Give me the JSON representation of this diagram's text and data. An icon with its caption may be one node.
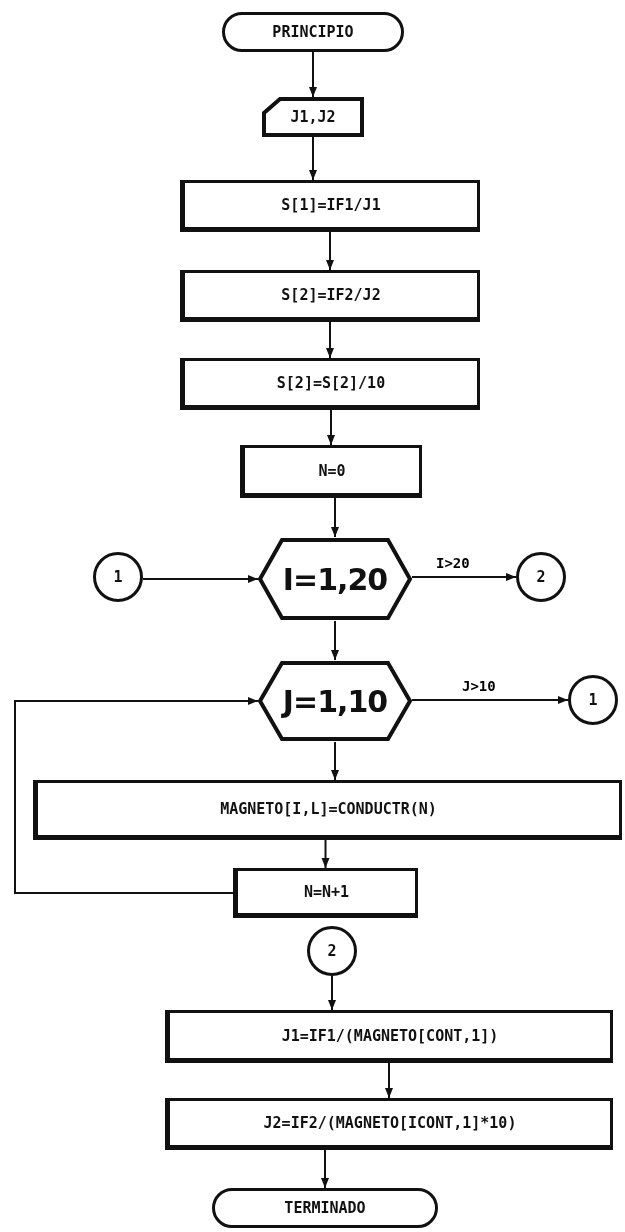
{
  "diagram": {
    "nodes": [
      {
        "text": [
          "PRINCIPIO"
        ]
      },
      {
        "text": [
          "J1,J2"
        ]
      },
      {
        "text": [
          "S[1]=IF1/J1"
        ]
      },
      {
        "text": [
          "S[2]=IF2/J2"
        ]
      },
      {
        "text": [
          "S[2]=S[2]/10"
        ]
      },
      {
        "text": [
          "N=0"
        ]
      },
      {
        "text": [
          "1"
        ]
      },
      {
        "text": [
          "I=1,20"
        ]
      },
      {
        "text": [
          "2"
        ]
      },
      {
        "text": [
          "J=1,10"
        ]
      },
      {
        "text": [
          "1"
        ]
      },
      {
        "text": [
          "MAGNETO[I,L]=CONDUCTR(N)"
        ]
      },
      {
        "text": [
          "N=N+1"
        ]
      },
      {
        "text": [
          "2"
        ]
      },
      {
        "text": [
          "J1=IF1/(MAGNETO[CONT,1])"
        ]
      },
      {
        "text": [
          "J2=IF2/(MAGNETO[ICONT,1]*10)"
        ]
      },
      {
        "text": [
          "TERMINADO"
        ]
      }
    ],
    "edges": [
      {
        "from": 0,
        "to": 1,
        "arrow": "to"
      },
      {
        "from": 1,
        "to": 2,
        "arrow": "to"
      },
      {
        "from": 2,
        "to": 3,
        "arrow": "to"
      },
      {
        "from": 3,
        "to": 4,
        "arrow": "to"
      },
      {
        "from": 4,
        "to": 5,
        "arrow": "to"
      },
      {
        "from": 5,
        "to": 7,
        "arrow": "to"
      },
      {
        "from": 6,
        "to": 7,
        "arrow": "to"
      },
      {
        "from": 7,
        "to": 8,
        "arrow": "to",
        "label": "I>20"
      },
      {
        "from": 7,
        "to": 9,
        "arrow": "to"
      },
      {
        "from": 9,
        "to": 10,
        "arrow": "to",
        "label": "J>10"
      },
      {
        "from": 9,
        "to": 11,
        "arrow": "to"
      },
      {
        "from": 11,
        "to": 12,
        "arrow": "to"
      },
      {
        "from": 12,
        "to": 9,
        "arrow": "to"
      },
      {
        "from": 13,
        "to": 14,
        "arrow": "to"
      },
      {
        "from": 14,
        "to": 15,
        "arrow": "to"
      },
      {
        "from": 15,
        "to": 16,
        "arrow": "to"
      }
    ]
  }
}
